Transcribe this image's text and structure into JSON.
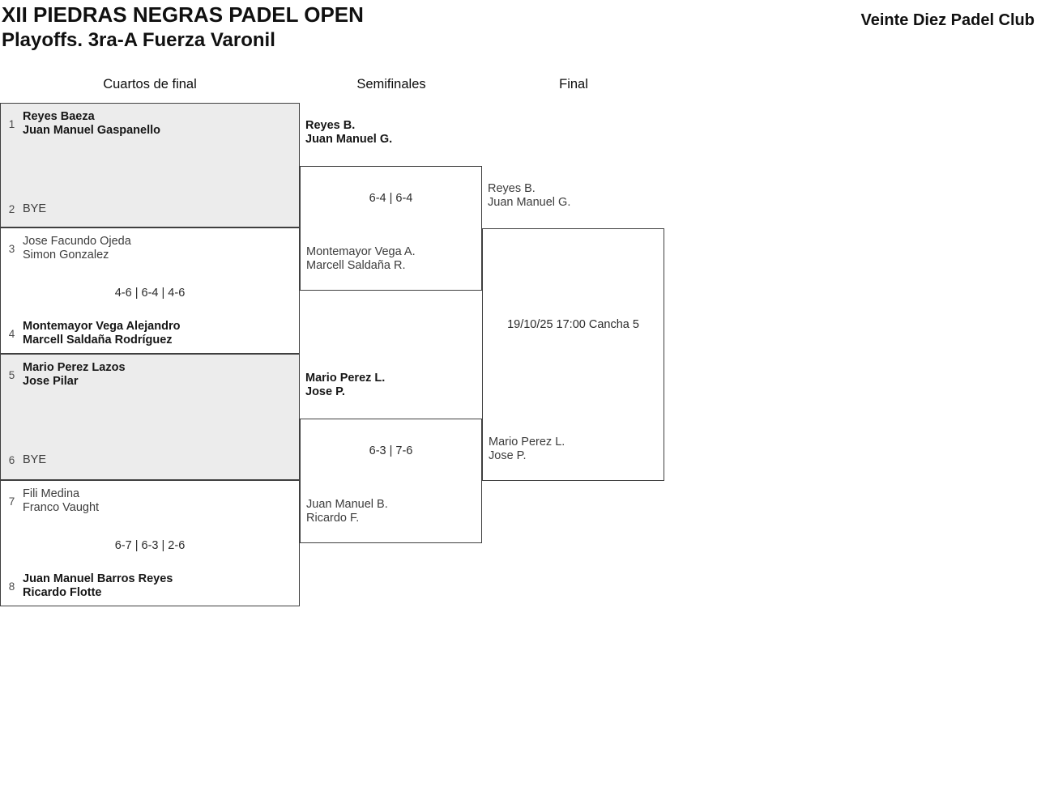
{
  "header": {
    "title": "XII PIEDRAS NEGRAS PADEL OPEN",
    "subtitle": "Playoffs. 3ra-A Fuerza Varonil",
    "club": "Veinte Diez Padel Club"
  },
  "rounds": {
    "quarterfinals_label": "Cuartos de final",
    "semifinals_label": "Semifinales",
    "final_label": "Final"
  },
  "qf": [
    {
      "seed_top": "1",
      "top1": "Reyes Baeza",
      "top2": "Juan Manuel Gaspanello",
      "score": "",
      "seed_bottom": "2",
      "bottom1": "BYE",
      "bottom2": ""
    },
    {
      "seed_top": "3",
      "top1": "Jose Facundo Ojeda",
      "top2": "Simon Gonzalez",
      "score": "4-6 | 6-4 | 4-6",
      "seed_bottom": "4",
      "bottom1": "Montemayor Vega Alejandro",
      "bottom2": "Marcell Saldaña Rodríguez"
    },
    {
      "seed_top": "5",
      "top1": "Mario Perez Lazos",
      "top2": "Jose Pilar",
      "score": "",
      "seed_bottom": "6",
      "bottom1": "BYE",
      "bottom2": ""
    },
    {
      "seed_top": "7",
      "top1": "Fili Medina",
      "top2": "Franco Vaught",
      "score": "6-7 | 6-3 | 2-6",
      "seed_bottom": "8",
      "bottom1": "Juan Manuel Barros Reyes",
      "bottom2": "Ricardo Flotte"
    }
  ],
  "sf": [
    {
      "top1": "Reyes B.",
      "top2": "Juan Manuel G.",
      "score": "6-4 | 6-4",
      "bottom1": "Montemayor Vega A.",
      "bottom2": "Marcell Saldaña R."
    },
    {
      "top1": "Mario Perez L.",
      "top2": "Jose P.",
      "score": "6-3 | 7-6",
      "bottom1": "Juan Manuel B.",
      "bottom2": "Ricardo F."
    }
  ],
  "final": {
    "top1": "Reyes B.",
    "top2": "Juan Manuel G.",
    "schedule": "19/10/25 17:00 Cancha 5",
    "bottom1": "Mario Perez L.",
    "bottom2": "Jose P."
  },
  "colors": {
    "bye_box_background": "#ececec",
    "box_border": "#3f3f3f"
  }
}
